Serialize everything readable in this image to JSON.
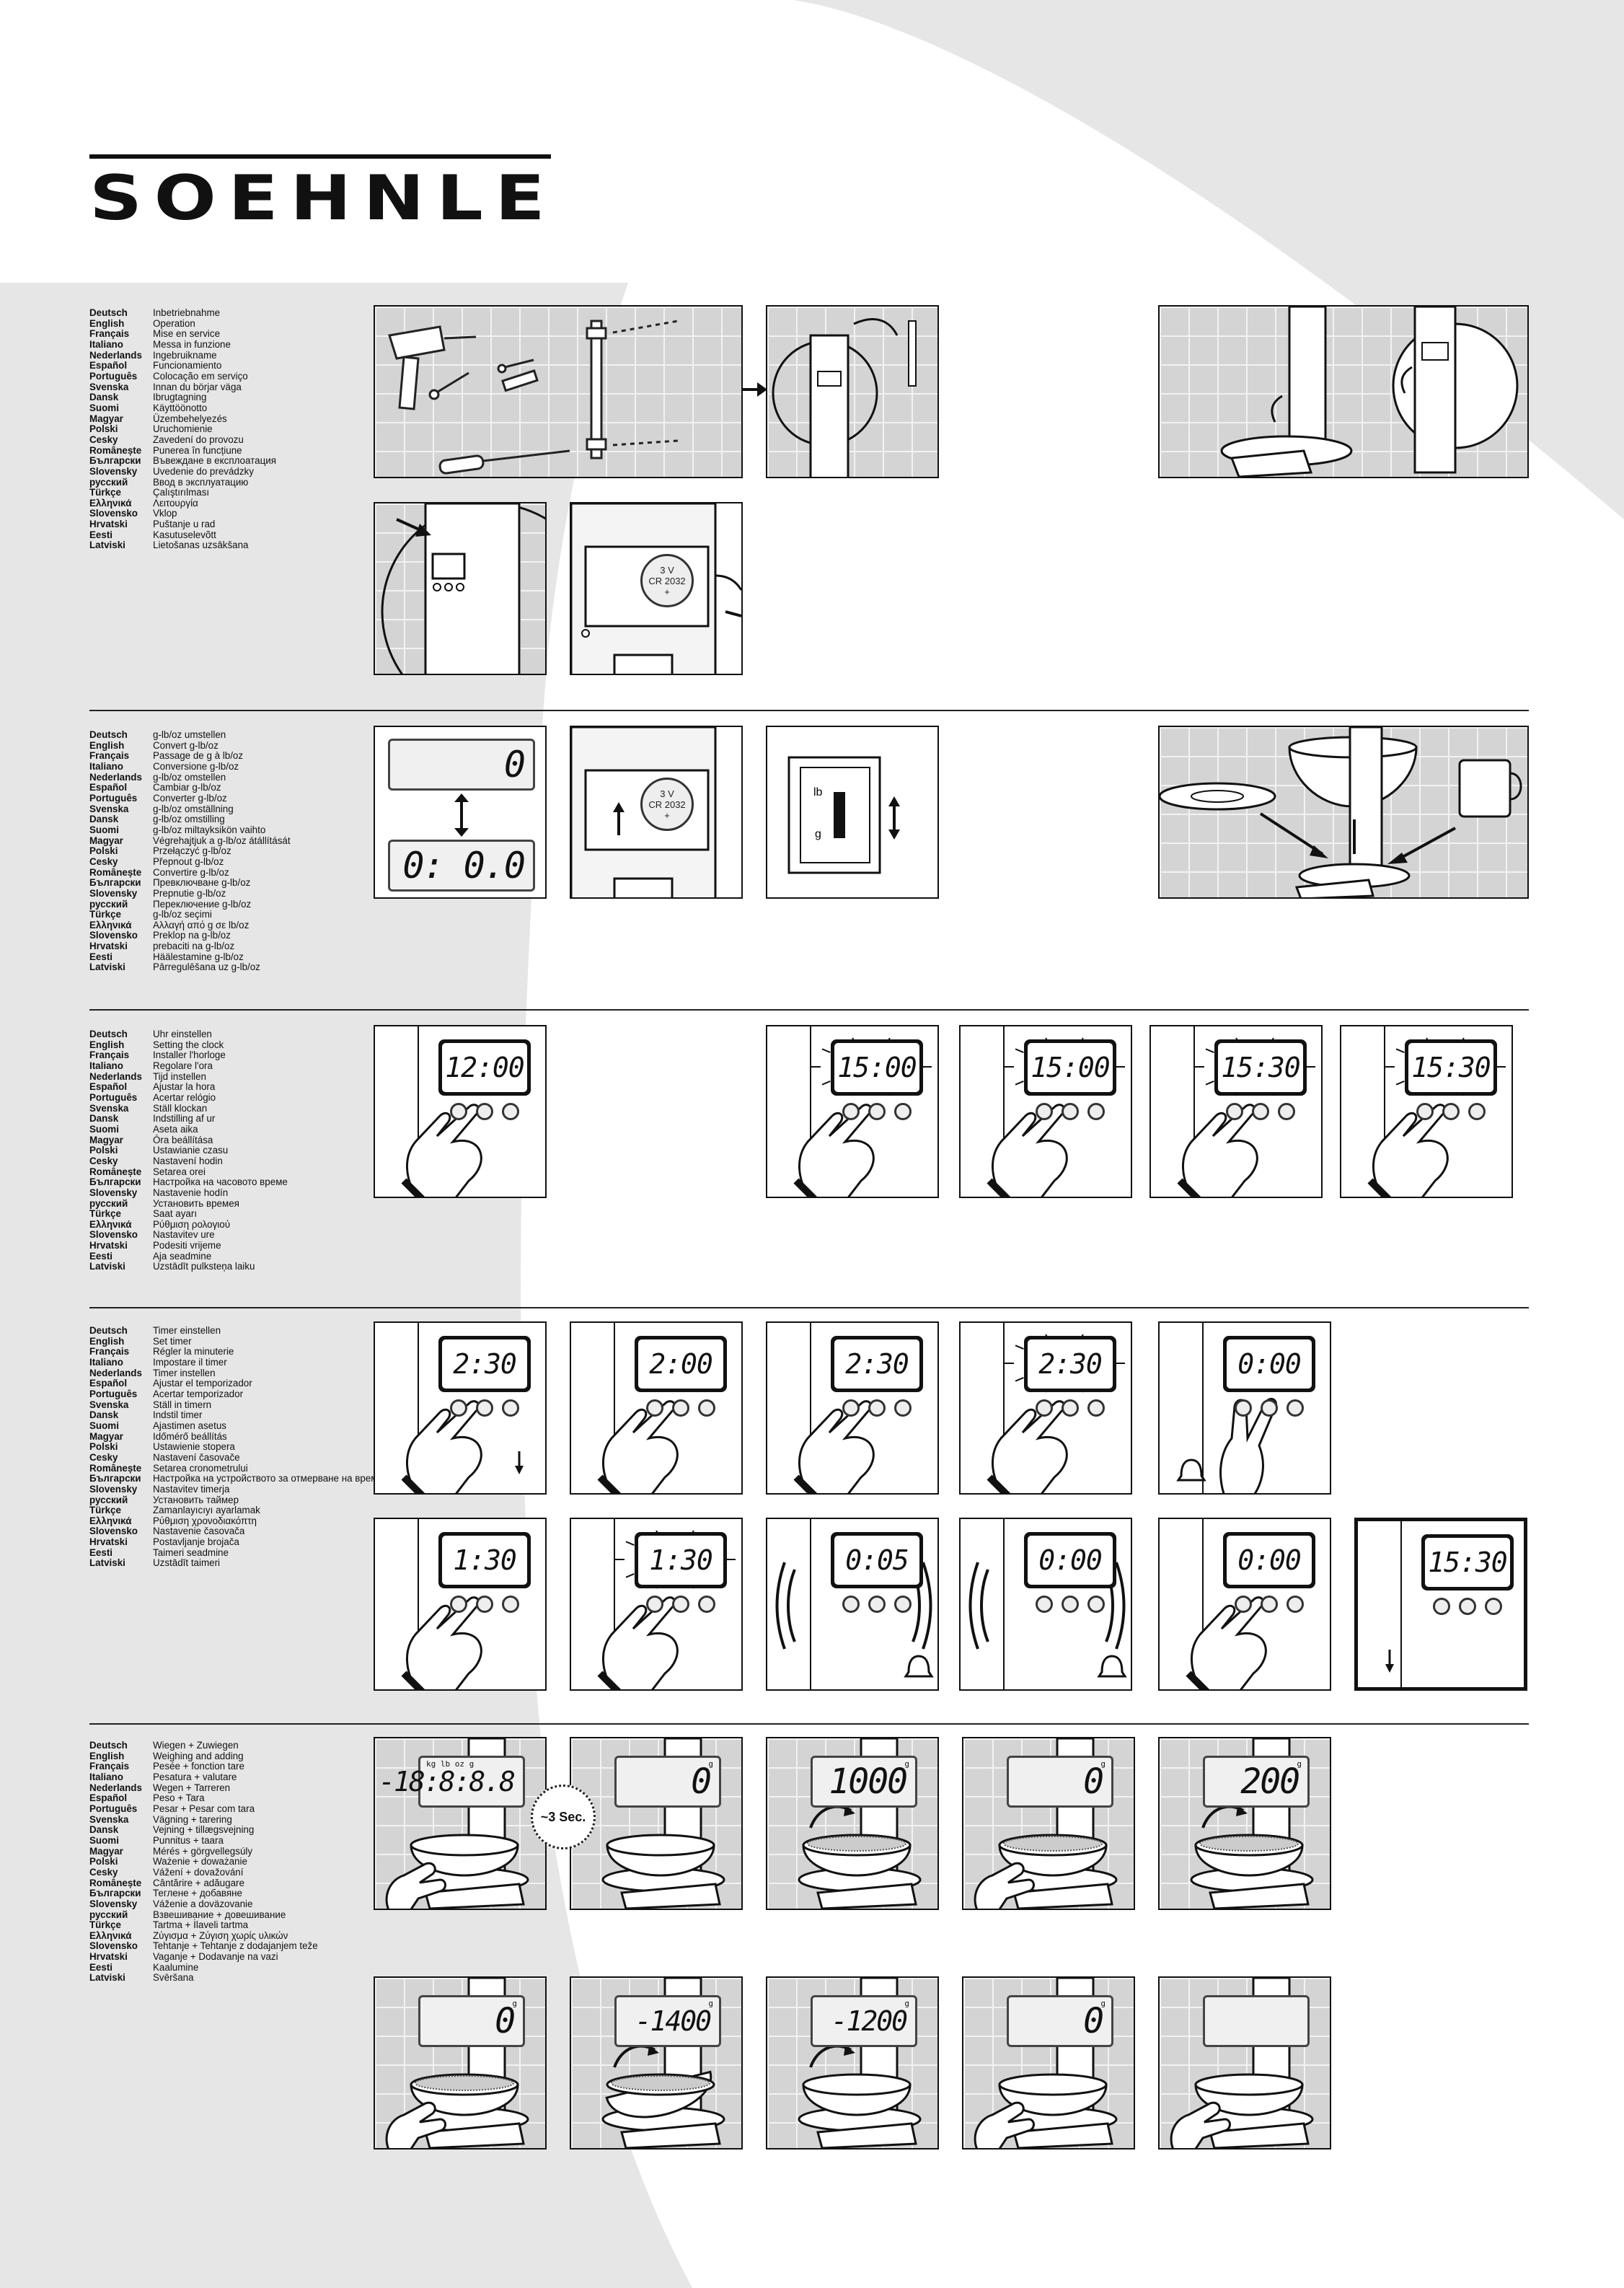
{
  "brand": {
    "logo_text": "SOEHNLE"
  },
  "colors": {
    "page_bg": "#e6e6e6",
    "white_area": "#ffffff",
    "ink": "#111111",
    "tile": "#d4d4d4"
  },
  "sections": [
    {
      "id": "operation",
      "entries": [
        {
          "lang": "Deutsch",
          "text": "Inbetriebnahme"
        },
        {
          "lang": "English",
          "text": "Operation"
        },
        {
          "lang": "Français",
          "text": "Mise en service"
        },
        {
          "lang": "Italiano",
          "text": "Messa in funzione"
        },
        {
          "lang": "Nederlands",
          "text": "Ingebruikname"
        },
        {
          "lang": "Español",
          "text": "Funcionamiento"
        },
        {
          "lang": "Português",
          "text": "Colocação em serviço"
        },
        {
          "lang": "Svenska",
          "text": "Innan du börjar väga"
        },
        {
          "lang": "Dansk",
          "text": "Ibrugtagning"
        },
        {
          "lang": "Suomi",
          "text": "Käyttöönotto"
        },
        {
          "lang": "Magyar",
          "text": "Üzembehelyezés"
        },
        {
          "lang": "Polski",
          "text": "Uruchomienie"
        },
        {
          "lang": "Cesky",
          "text": "Zavedení do provozu"
        },
        {
          "lang": "Românește",
          "text": "Punerea în funcțiune"
        },
        {
          "lang": "Български",
          "text": "Въвеждане в експлоатация"
        },
        {
          "lang": "Slovensky",
          "text": "Uvedenie do prevádzky"
        },
        {
          "lang": "русский",
          "text": "Ввод в эксплуатацию"
        },
        {
          "lang": "Türkçe",
          "text": "Çalıştırılması"
        },
        {
          "lang": "Ελληνικά",
          "text": "Λειτουργία"
        },
        {
          "lang": "Slovensko",
          "text": "Vklop"
        },
        {
          "lang": "Hrvatski",
          "text": "Puštanje u rad"
        },
        {
          "lang": "Eesti",
          "text": "Kasutuselevõtt"
        },
        {
          "lang": "Latviski",
          "text": "Lietošanas uzsākšana"
        }
      ]
    },
    {
      "id": "convert",
      "entries": [
        {
          "lang": "Deutsch",
          "text": "g-lb/oz umstellen"
        },
        {
          "lang": "English",
          "text": "Convert g-lb/oz"
        },
        {
          "lang": "Français",
          "text": "Passage de g à lb/oz"
        },
        {
          "lang": "Italiano",
          "text": "Conversione g-lb/oz"
        },
        {
          "lang": "Nederlands",
          "text": "g-lb/oz omstellen"
        },
        {
          "lang": "Español",
          "text": "Cambiar g-lb/oz"
        },
        {
          "lang": "Português",
          "text": "Converter g-lb/oz"
        },
        {
          "lang": "Svenska",
          "text": "g-lb/oz omställning"
        },
        {
          "lang": "Dansk",
          "text": "g-lb/oz omstilling"
        },
        {
          "lang": "Suomi",
          "text": "g-lb/oz miltayksikön vaihto"
        },
        {
          "lang": "Magyar",
          "text": "Végrehajtjuk a g-lb/oz átállítását"
        },
        {
          "lang": "Polski",
          "text": "Przełączyć g-lb/oz"
        },
        {
          "lang": "Cesky",
          "text": "Přepnout g-lb/oz"
        },
        {
          "lang": "Românește",
          "text": "Convertire g-lb/oz"
        },
        {
          "lang": "Български",
          "text": "Превключване g-lb/oz"
        },
        {
          "lang": "Slovensky",
          "text": "Prepnutie g-lb/oz"
        },
        {
          "lang": "русский",
          "text": "Переключение g-lb/oz"
        },
        {
          "lang": "Türkçe",
          "text": "g-lb/oz seçimi"
        },
        {
          "lang": "Ελληνικά",
          "text": "Αλλαγή από g σε lb/oz"
        },
        {
          "lang": "Slovensko",
          "text": "Preklop na g-lb/oz"
        },
        {
          "lang": "Hrvatski",
          "text": "prebaciti na g-lb/oz"
        },
        {
          "lang": "Eesti",
          "text": "Häälestamine g-lb/oz"
        },
        {
          "lang": "Latviski",
          "text": "Pārregulēšana uz g-lb/oz"
        }
      ]
    },
    {
      "id": "clock",
      "entries": [
        {
          "lang": "Deutsch",
          "text": "Uhr einstellen"
        },
        {
          "lang": "English",
          "text": "Setting the clock"
        },
        {
          "lang": "Français",
          "text": "Installer l'horloge"
        },
        {
          "lang": "Italiano",
          "text": "Regolare l'ora"
        },
        {
          "lang": "Nederlands",
          "text": "Tijd instellen"
        },
        {
          "lang": "Español",
          "text": "Ajustar la hora"
        },
        {
          "lang": "Português",
          "text": "Acertar relógio"
        },
        {
          "lang": "Svenska",
          "text": "Ställ klockan"
        },
        {
          "lang": "Dansk",
          "text": "Indstilling af ur"
        },
        {
          "lang": "Suomi",
          "text": "Aseta aika"
        },
        {
          "lang": "Magyar",
          "text": "Óra beállítása"
        },
        {
          "lang": "Polski",
          "text": "Ustawianie czasu"
        },
        {
          "lang": "Cesky",
          "text": "Nastavení hodin"
        },
        {
          "lang": "Românește",
          "text": "Setarea orei"
        },
        {
          "lang": "Български",
          "text": "Настройка на часовото време"
        },
        {
          "lang": "Slovensky",
          "text": "Nastavenie hodín"
        },
        {
          "lang": "русский",
          "text": "Установить времея"
        },
        {
          "lang": "Türkçe",
          "text": "Saat ayarı"
        },
        {
          "lang": "Ελληνικά",
          "text": "Ρύθμιση ρολογιού"
        },
        {
          "lang": "Slovensko",
          "text": "Nastavitev ure"
        },
        {
          "lang": "Hrvatski",
          "text": "Podesiti vrijeme"
        },
        {
          "lang": "Eesti",
          "text": "Aja seadmine"
        },
        {
          "lang": "Latviski",
          "text": "Uzstādīt pulksteņa laiku"
        }
      ]
    },
    {
      "id": "timer",
      "entries": [
        {
          "lang": "Deutsch",
          "text": "Timer einstellen"
        },
        {
          "lang": "English",
          "text": "Set timer"
        },
        {
          "lang": "Français",
          "text": "Régler la minuterie"
        },
        {
          "lang": "Italiano",
          "text": "Impostare il timer"
        },
        {
          "lang": "Nederlands",
          "text": "Timer instellen"
        },
        {
          "lang": "Español",
          "text": "Ajustar el temporizador"
        },
        {
          "lang": "Português",
          "text": "Acertar temporizador"
        },
        {
          "lang": "Svenska",
          "text": "Ställ in timern"
        },
        {
          "lang": "Dansk",
          "text": "Indstil timer"
        },
        {
          "lang": "Suomi",
          "text": "Ajastimen asetus"
        },
        {
          "lang": "Magyar",
          "text": "Időmérő beállítás"
        },
        {
          "lang": "Polski",
          "text": "Ustawienie stopera"
        },
        {
          "lang": "Cesky",
          "text": "Nastavení časovače"
        },
        {
          "lang": "Românește",
          "text": "Setarea cronometrului"
        },
        {
          "lang": "Български",
          "text": "Настройка на устройството за отмерване на време"
        },
        {
          "lang": "Slovensky",
          "text": "Nastavitev timerja"
        },
        {
          "lang": "русский",
          "text": "Установить таймер"
        },
        {
          "lang": "Türkçe",
          "text": "Zamanlayıcıyı ayarlamak"
        },
        {
          "lang": "Ελληνικά",
          "text": "Ρύθμιση χρονοδιακόπτη"
        },
        {
          "lang": "Slovensko",
          "text": "Nastavenie časovača"
        },
        {
          "lang": "Hrvatski",
          "text": "Postavljanje brojača"
        },
        {
          "lang": "Eesti",
          "text": "Taimeri seadmine"
        },
        {
          "lang": "Latviski",
          "text": "Uzstādīt taimeri"
        }
      ]
    },
    {
      "id": "weighing",
      "entries": [
        {
          "lang": "Deutsch",
          "text": "Wiegen + Zuwiegen"
        },
        {
          "lang": "English",
          "text": "Weighing and adding"
        },
        {
          "lang": "Français",
          "text": "Pesée + fonction tare"
        },
        {
          "lang": "Italiano",
          "text": "Pesatura + valutare"
        },
        {
          "lang": "Nederlands",
          "text": "Wegen + Tarreren"
        },
        {
          "lang": "Español",
          "text": "Peso + Tara"
        },
        {
          "lang": "Português",
          "text": "Pesar + Pesar com tara"
        },
        {
          "lang": "Svenska",
          "text": "Vägning + tarering"
        },
        {
          "lang": "Dansk",
          "text": "Vejning + tillægsvejning"
        },
        {
          "lang": "Suomi",
          "text": "Punnitus + taara"
        },
        {
          "lang": "Magyar",
          "text": "Mérés + görgvellegsúly"
        },
        {
          "lang": "Polski",
          "text": "Ważenie + doważanie"
        },
        {
          "lang": "Cesky",
          "text": "Vážení + dovažování"
        },
        {
          "lang": "Românește",
          "text": "Cântărire + adăugare"
        },
        {
          "lang": "Български",
          "text": "Теглене + добавяне"
        },
        {
          "lang": "Slovensky",
          "text": "Váženie a doväzovanie"
        },
        {
          "lang": "русский",
          "text": "Взвешивание + довешивание"
        },
        {
          "lang": "Türkçe",
          "text": "Tartma + İlaveli tartma"
        },
        {
          "lang": "Ελληνικά",
          "text": "Ζύγισμα + Ζύγιση χωρίς υλικών"
        },
        {
          "lang": "Slovensko",
          "text": "Tehtanje + Tehtanje z dodajanjem teže"
        },
        {
          "lang": "Hrvatski",
          "text": "Vaganje + Dodavanje na vazi"
        },
        {
          "lang": "Eesti",
          "text": "Kaalumine"
        },
        {
          "lang": "Latviski",
          "text": "Svēršana"
        }
      ]
    }
  ],
  "battery": {
    "voltage": "3 V",
    "model": "CR 2032",
    "polarity": "+"
  },
  "convert_displays": {
    "grams": "0",
    "lb_oz": "0: 0.0"
  },
  "switch_labels": {
    "top": "lb",
    "bottom": "g"
  },
  "clock_displays": [
    "12:00",
    "15:00",
    "15:00",
    "15:30",
    "15:30"
  ],
  "timer_displays_row1": [
    "2:30",
    "2:00",
    "2:30",
    "2:30",
    "0:00"
  ],
  "timer_displays_row2": [
    "1:30",
    "1:30",
    "0:05",
    "0:00",
    "0:00",
    "15:30"
  ],
  "scale_displays_row1": [
    "-18:8:8.8",
    "0",
    "1000",
    "0",
    "200"
  ],
  "scale_displays_row2": [
    "0",
    "-1400",
    "-1200",
    "0",
    ""
  ],
  "scale_units": {
    "first": "kg lb   oz g",
    "unit": "g"
  },
  "three_sec": "~3 Sec."
}
